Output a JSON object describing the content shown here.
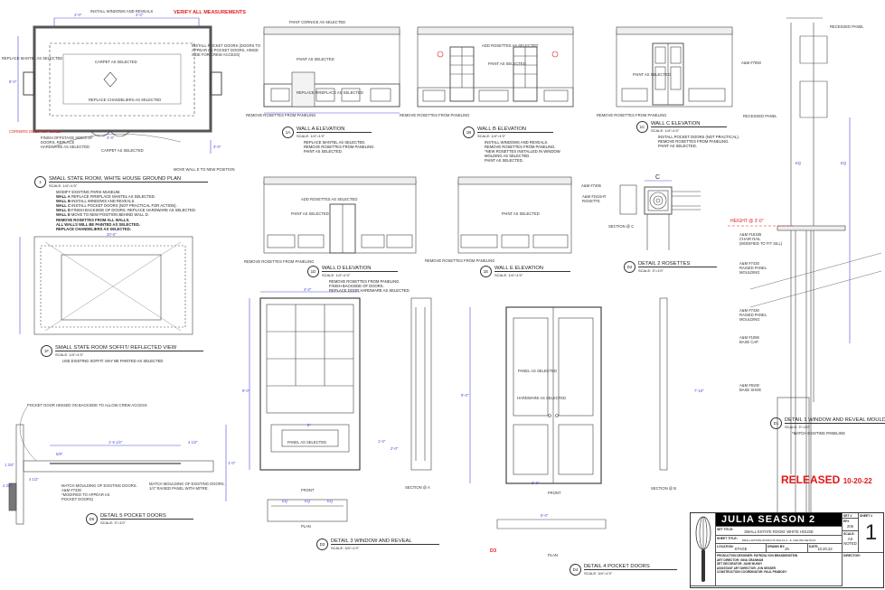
{
  "header": {
    "verify": "VERIFY ALL MEASUREMENTS"
  },
  "plan": {
    "top_note": "INSTALL WINDOWS AND REVEALS",
    "left_note": "REPLACE MANTEL AS SELECTED",
    "right_note": "INSTALL POCKET DOORS (DOORS TO APPEAR AS POCKET DOORS, HINGE SIDE FOR CREW ACCESS)",
    "carpet1": "CARPET AS SELECTED",
    "chandelier": "REPLACE CHANDELIERS AS SELECTED",
    "carpet2": "CARPET AS SELECTED",
    "corners": "CORNERS DOES NOT BUILD",
    "finish": "FINISH OFFSTAGE SIDES OF DOORS, REPLACE HARDWARE AS SELECTED",
    "move": "MOVE WALL E TO NEW POSITION",
    "dims": [
      "4'-0\"",
      "4'-0\"",
      "4'-0\"",
      "8'-0\"",
      "3'-0\"",
      "20'-0\""
    ]
  },
  "views": {
    "v1": {
      "badge": "1",
      "title": "SMALL STATE ROOM, WHITE HOUSE GROUND PLAN",
      "scale": "SCALE: 1/4\"=1'0\"",
      "notes": [
        {
          "text": "MODIFY EXISTING PARIS MUSEUM.",
          "bold": ""
        },
        {
          "bold": "WALL A",
          "text": " REPLACE FIREPLACE MANTEL AS SELECTED."
        },
        {
          "bold": "WALL B",
          "text": "  INSTALL WINDOWS AND REVEALS."
        },
        {
          "bold": "WALL C",
          "text": "  INSTALL POCKET DOORS (NOT PRACTICAL FOR ACTION)."
        },
        {
          "bold": "WALL D",
          "text": "  FINISH BACKSIDE OF DOORS. REPLACE HARDWARE AS SELECTED."
        },
        {
          "bold": "WALL E",
          "text": "  MOVE TO NEW POSITION BEHIND WALL D."
        },
        {
          "bold": "REMOVE ROSETTES FROM ALL WALLS.",
          "text": ""
        },
        {
          "bold": "ALL WALLS WILL BE PAINTED AS SELECTED.",
          "text": ""
        },
        {
          "bold": "REPLACE CHANDELIERS AS SELECTED.",
          "text": ""
        }
      ]
    },
    "v1a": {
      "badge": "1A",
      "title": "WALL A ELEVATION",
      "scale": "SCALE: 1/4\"=1'0\"",
      "notes": [
        "REPLACE MANTEL AS SELECTED.",
        "REMOVE ROSETTES FROM PANELING.",
        "PAINT AS SELECTED."
      ]
    },
    "v1b": {
      "badge": "1B",
      "title": "WALL B ELEVATION",
      "scale": "SCALE: 1/4\"=1'0\"",
      "notes": [
        "INSTALL WINDOWS AND REVEALS.",
        "REMOVE ROSETTES FROM PANELING.",
        "*NEW ROSETTES INSTALLED IN WINDOW",
        "MOLDING AS SELECTED.",
        "PAINT AS SELECTED."
      ]
    },
    "v1c": {
      "badge": "1C",
      "title": "WALL C ELEVATION",
      "scale": "SCALE: 1/4\"=1'0\"",
      "notes": [
        "INSTALL POCKET DOORS (NOT PRACTICAL).",
        "REMOVE ROSETTES FROM PANELING.",
        "PAINT AS SELECTED."
      ]
    },
    "v1d": {
      "badge": "1D",
      "title": "WALL D ELEVATION",
      "scale": "SCALE: 1/4\"=1'0\"",
      "notes": [
        "REMOVE ROSETTES FROM PANELING.",
        "FINISH BACKSIDE OF DOORS.",
        "REPLACE DOOR HARDWARE AS SELECTED."
      ]
    },
    "v1e": {
      "badge": "1E",
      "title": "WALL E ELEVATION",
      "scale": "SCALE: 1/4\"=1'0\"",
      "notes": []
    },
    "v1f": {
      "badge": "1F",
      "title": "SMALL STATE ROOM SOFFIT/ REFLECTED VIEW",
      "scale": "SCALE: 1/4\"=1'0\"",
      "notes": [
        "USE EXISTING SOFFIT.  MAY BE PAINTED AS SELECTED"
      ]
    },
    "d1": {
      "badge": "D1",
      "title": "DETAIL 1 WINDOW AND REVEAL MOULDING",
      "scale": "SCALE: 3\"=1'0\"",
      "notes": [
        "*MATCH EXISTING PANELING"
      ]
    },
    "d2": {
      "badge": "D2",
      "title": "DETAIL 2  ROSETTES",
      "scale": "SCALE: 3\"=1'0\"",
      "notes": []
    },
    "d3": {
      "badge": "D3",
      "title": "DETAIL 3 WINDOW AND REVEAL",
      "scale": "SCALE: 3/4\"=1'0\"",
      "notes": []
    },
    "d4": {
      "badge": "D4",
      "title": "DETAIL 4 POCKET DOORS",
      "scale": "SCALE: 3/4\"=1'0\"",
      "notes": []
    },
    "d5": {
      "badge": "D5",
      "title": "DETAIL 5 POCKET DOORS",
      "scale": "SCALE: 3\"=1'0\"",
      "notes": []
    }
  },
  "elevation_labels": {
    "paint_cornice": "PAINT CORNICE AS SELECTED",
    "paint": "PAINT AS SELECTED",
    "replace_fireplace": "REPLACE FIREPLACE AS SELECTED",
    "add_rosettes": "ADD ROSETTES AS SELECTED",
    "remove_rosettes": "REMOVE ROSETTES FROM PANELING"
  },
  "details": {
    "section_c": "SECTION @ C",
    "section_a": "SECTION @ A",
    "section_b": "SECTION @ B",
    "front": "FRONT",
    "plan": "PLAN",
    "marker_c": "C",
    "rosette_parts": [
      "A&M #7406",
      "A&M #2415-R ROSETTE"
    ],
    "panel_selected": "PANEL AS SELECTED",
    "hardware": "HARDWARE AS SELECTED",
    "pocket_door_note": "POCKET DOOR HINGED ON BACKSIDE TO ALLOW CREW ACCESS",
    "d5_note1": [
      "MATCH MOULDING OF EXISTING DOORS.",
      "A&M #7430",
      "*MODIFIED TO APPEAR AS",
      "POCKET DOORS)"
    ],
    "d5_note2": [
      "MATCH MOULDING OF EXISTING DOORS.",
      "1/4\" RAISED PANEL WITH MITRE."
    ],
    "d5_dims": [
      "1'-9 1/2\"",
      "4 1/2\"",
      "5/8\"",
      "4 1/2\"",
      "1 3/4\"",
      "4 3/4\"",
      "1'-0\""
    ],
    "d3_dims": [
      "4'-0\"",
      "9'-0\"",
      "2'-0\"",
      "8\"",
      "1'-0\""
    ],
    "d4_dims": [
      "2'-6\"",
      "9'-0\"",
      "5'-0\"",
      "7'-10\""
    ],
    "d3_plan_dims": [
      "EQ",
      "EQ",
      "EQ"
    ],
    "d4_marker": "D3"
  },
  "moulding": {
    "recessed_panel_top": "RECESSED PANEL",
    "am7093": "A&M #7093",
    "recessed_panel": "RECESSED PANEL",
    "height": "HEIGHT @ 3'-0\"",
    "items": [
      {
        "part": "A&M #18185",
        "desc": [
          "CHAIR RAIL",
          "(MODIFIED TO FIT SILL)"
        ]
      },
      {
        "part": "A&M #7430",
        "desc": [
          "RAISED PANEL",
          "MOULDING"
        ]
      },
      {
        "part": "A&M #7430",
        "desc": [
          "RAISED PANEL",
          "MOULDING"
        ]
      },
      {
        "part": "A&M #1066",
        "desc": [
          "BASE CAP"
        ]
      },
      {
        "part": "A&M #9100",
        "desc": [
          "BASE SHOE"
        ]
      }
    ],
    "eq": "EQ"
  },
  "released": {
    "label": "RELEASED",
    "date": "10-20-22"
  },
  "title_block": {
    "show": "JULIA  SEASON 2",
    "set_title_k": "SET TITLE:",
    "set_title": "SMALL ESTATE ROOM: WHITE HOUSE",
    "sheet_title_k": "SHEET TITLE:",
    "sheet_title": "SMALL ESTATE ROOM OF WALLS A - E, CEILING DETAILS",
    "location_k": "LOCATION:",
    "location": "STAGE",
    "drawn_k": "DRAWN BY:",
    "drawn": "JS",
    "date_k": "DATE:",
    "date": "10.20.22",
    "set_k": "SET #",
    "sheet_k": "SHEET #",
    "sheet": "1",
    "epi_k": "EP#",
    "epi": "206",
    "scale_k": "SCALE:",
    "scale": "AS NOTED",
    "director_k": "DIRECTOR:",
    "credits": [
      "PRODUCTION DESIGNER: PATRIZIA VON BRANDENSTEIN",
      "ART DIRECTOR: GINA CRANHAM",
      "SET DECORATOR: JANE MUSKY",
      "ASSISTANT ART DIRECTOR: JON SESSER",
      "CONSTRUCTION COORDINATOR: PAUL PEABODY"
    ],
    "logo": "whisk-icon"
  },
  "colors": {
    "line": "#333333",
    "dimension": "#4a4ae0",
    "accent": "#e01818",
    "title_bar": "#000000"
  }
}
